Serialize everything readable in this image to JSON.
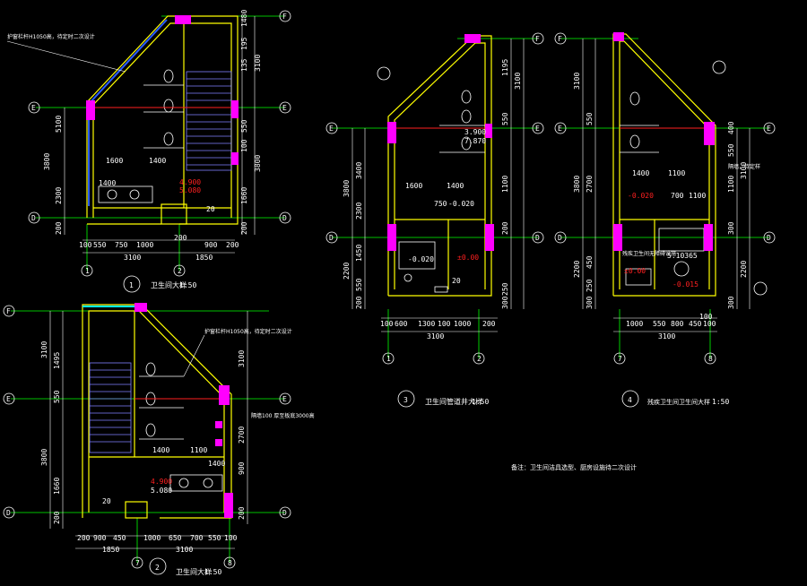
{
  "colors": {
    "background": "#000000",
    "grid": "#00ff00",
    "wall": "#ffff00",
    "column": "#ff00ff",
    "text": "#ffffff",
    "red": "#ff2020",
    "blue": "#2a5cff",
    "cyan": "#00ffff",
    "stair": "#8080ff"
  },
  "axes": {
    "F": "F",
    "E": "E",
    "D": "D",
    "n1": "1",
    "n2": "2",
    "n7": "7",
    "n8": "8"
  },
  "plans": {
    "p1": {
      "number": "1",
      "title": "卫生间大样",
      "scale": "1:50",
      "note": "护窗栏杆H1050高，待定时二次设计",
      "bottom_dims": [
        "100",
        "550",
        "750",
        "1000",
        "200",
        "900",
        "200"
      ],
      "total_left": "3100",
      "total_right": "1850",
      "right_dims": [
        "1480",
        "195",
        "3100",
        "135",
        "550",
        "100",
        "3800",
        "1660",
        "200"
      ],
      "left_dims": [
        "5100",
        "3800",
        "2300",
        "200"
      ],
      "inner": [
        "1600",
        "1400",
        "1400",
        "4.900",
        "5.080",
        "20"
      ]
    },
    "p2": {
      "number": "2",
      "title": "卫生间大样",
      "scale": "1:50",
      "note": "护窗栏杆H1050高，待定时二次设计",
      "bottom_dims": [
        "200",
        "900",
        "450",
        "1000",
        "650",
        "700",
        "550",
        "100"
      ],
      "total_left": "1850",
      "total_right": "3100",
      "left_dims": [
        "3100",
        "1495",
        "550",
        "3800",
        "1660",
        "200"
      ],
      "right_dims": [
        "3100",
        "2700",
        "900",
        "200"
      ],
      "inner": [
        "1400",
        "1100",
        "1400",
        "4.900",
        "5.080",
        "20"
      ],
      "side_note": "隔墙100 厚至板底3000高"
    },
    "p3": {
      "number": "3",
      "title": "卫生间管道井大样",
      "scale": "1:50",
      "bottom_dims": [
        "100",
        "600",
        "1300",
        "100",
        "1000",
        "200"
      ],
      "total": "3100",
      "left_dims": [
        "3800",
        "3400",
        "2300",
        "1450",
        "2200",
        "550",
        "200"
      ],
      "right_dims": [
        "3100",
        "1195",
        "550",
        "1100",
        "200",
        "250",
        "300"
      ],
      "inner": [
        "1600",
        "1400",
        "-0.020",
        "-0.020",
        "±0.00",
        "3.900",
        "7.870",
        "750",
        "20"
      ]
    },
    "p4": {
      "number": "4",
      "title": "残疾卫生间卫生间大样",
      "scale": "1:50",
      "bottom_dims": [
        "100",
        "1000",
        "550",
        "800",
        "450",
        "100"
      ],
      "total": "3100",
      "left_dims": [
        "3100",
        "550",
        "3800",
        "2700",
        "2200",
        "450",
        "250",
        "300"
      ],
      "right_dims": [
        "3100",
        "400",
        "550",
        "1100",
        "300",
        "2200",
        "300"
      ],
      "inner": [
        "1400",
        "1100",
        "-0.020",
        "700",
        "1100",
        "±0.00",
        "-0.015",
        "5.10365"
      ],
      "side_note": "隔墙，待定样",
      "bottom_note": "残疾卫生间无障碍设施"
    }
  },
  "remark": "备注：卫生间洁具选型、厨房设施待二次设计"
}
